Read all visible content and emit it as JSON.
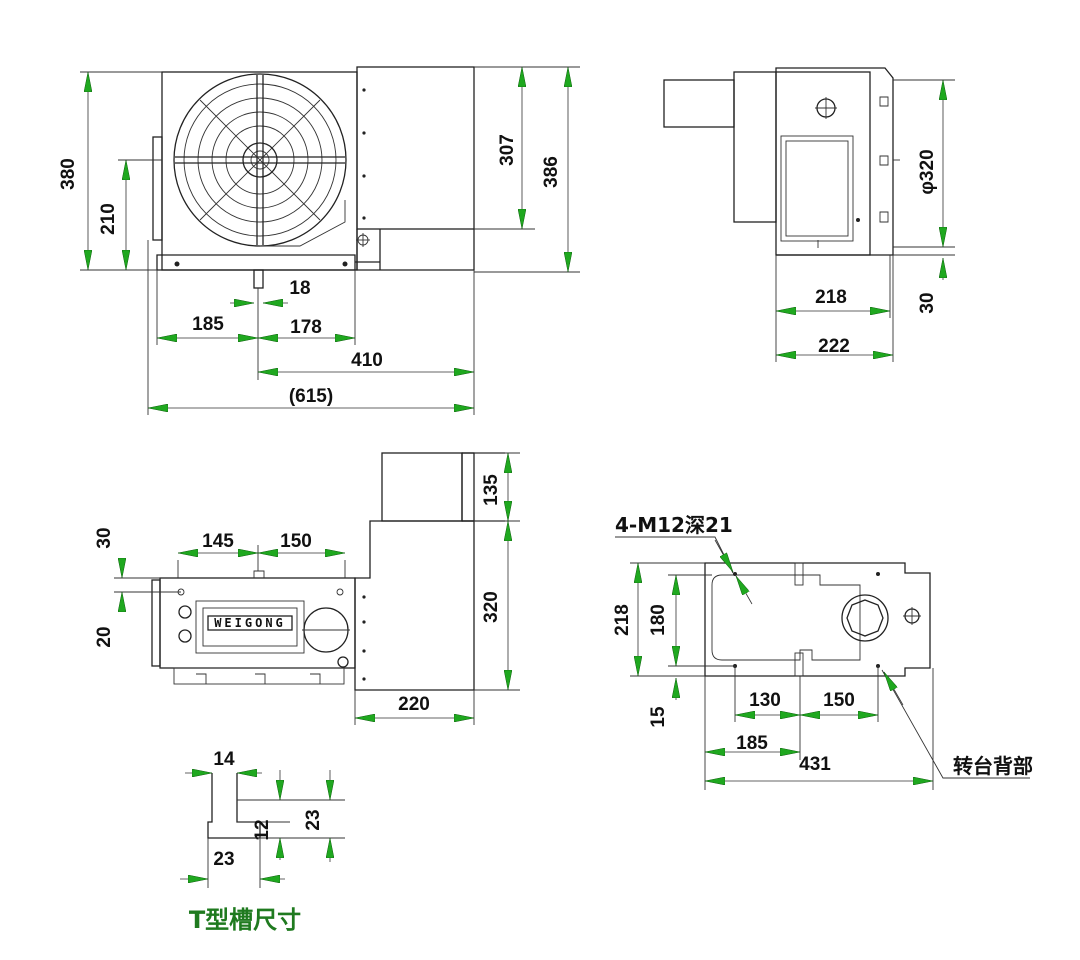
{
  "colors": {
    "arrow": "#1fa81f",
    "line": "#222222",
    "title": "#1f7a1f"
  },
  "front_view": {
    "height_380": "380",
    "height_210": "210",
    "dim_307": "307",
    "dim_386": "386",
    "dim_18": "18",
    "dim_185": "185",
    "dim_178": "178",
    "dim_410": "410",
    "dim_615": "(615)"
  },
  "side_view": {
    "dia_320": "φ320",
    "dim_218": "218",
    "dim_222": "222",
    "dim_30": "30"
  },
  "top_view": {
    "dim_135": "135",
    "dim_320": "320",
    "dim_30": "30",
    "dim_20": "20",
    "dim_145": "145",
    "dim_150": "150",
    "dim_220": "220",
    "brand": "WEIGONG"
  },
  "back_view": {
    "hole_note": "4-M12深21",
    "dim_218": "218",
    "dim_180": "180",
    "dim_15": "15",
    "dim_130": "130",
    "dim_150": "150",
    "dim_185": "185",
    "dim_431": "431",
    "back_label": "转台背部"
  },
  "tslot": {
    "dim_14": "14",
    "dim_12": "12",
    "dim_23_depth": "23",
    "dim_23_width": "23",
    "title": "T型槽尺寸"
  }
}
